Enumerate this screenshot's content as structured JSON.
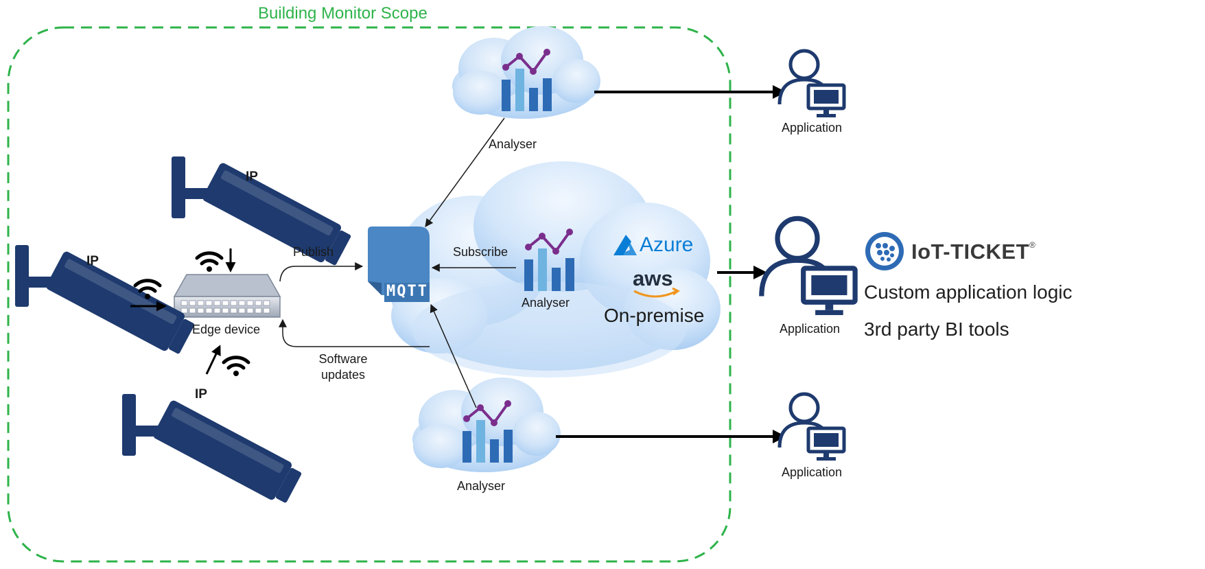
{
  "scope": {
    "title": "Building Monitor Scope"
  },
  "cameras": [
    {
      "label": "IP"
    },
    {
      "label": "IP"
    },
    {
      "label": "IP"
    }
  ],
  "edge": {
    "label": "Edge device"
  },
  "flows": {
    "publish": "Publish",
    "subscribe": "Subscribe",
    "software_updates_line1": "Software",
    "software_updates_line2": "updates"
  },
  "broker": {
    "label": "MQTT"
  },
  "analysers": {
    "top": "Analyser",
    "middle": "Analyser",
    "bottom": "Analyser"
  },
  "platforms": {
    "azure": "Azure",
    "aws": "aws",
    "on_premise": "On-premise"
  },
  "applications": {
    "top": "Application",
    "middle": "Application",
    "bottom": "Application"
  },
  "integrations": {
    "iot_ticket": "IoT-TICKET",
    "registered": "®",
    "custom_logic": "Custom application logic",
    "bi_tools": "3rd party BI tools"
  },
  "colors": {
    "scope_border": "#2eb34a",
    "camera_navy": "#1e3a6e",
    "cloud_light": "#d7e8fb",
    "cloud_mid": "#a9cdf3",
    "mqtt_blue": "#4a87c4",
    "chart_blue": "#2e6bb5",
    "chart_light": "#6fb3e0",
    "chart_line": "#7a2e8c",
    "azure_blue": "#0a7ed6",
    "aws_orange": "#f0961e"
  }
}
